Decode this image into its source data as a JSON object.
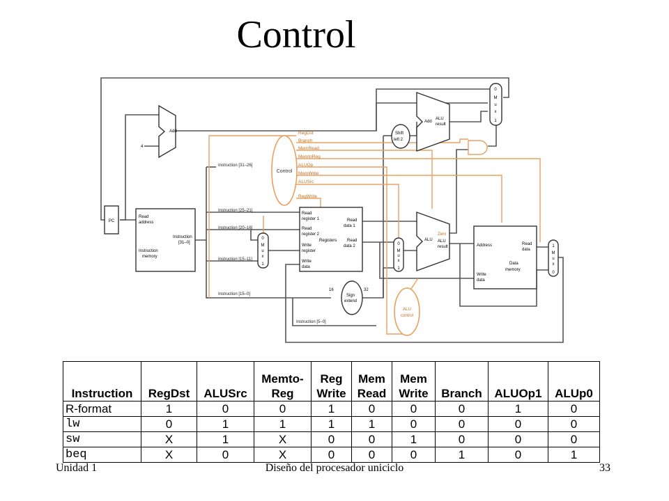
{
  "slide": {
    "title": "Control",
    "footer_left": "Unidad 1",
    "footer_center": "Diseño del procesador uniciclo",
    "footer_right": "33"
  },
  "diagram": {
    "pc": "PC",
    "add_top": "Add",
    "four": "4",
    "add_branch": "Add",
    "alu_result": "ALU",
    "alu_result2": "result",
    "shift_left2_a": "Shift",
    "shift_left2_b": "left 2",
    "control": "Control",
    "control_signals": [
      "RegDst",
      "Branch",
      "MemRead",
      "MemtoReg",
      "ALUOp",
      "MemWrite",
      "ALUSrc",
      "RegWrite"
    ],
    "instr_31_26": "Instruction [31–26]",
    "instr_25_21": "Instruction [25–21]",
    "instr_20_16": "Instruction [20–16]",
    "instr_15_11": "Instruction [15–11]",
    "instr_15_0": "Instruction [15–0]",
    "instr_5_0": "Instruction [5–0]",
    "im_read_address_a": "Read",
    "im_read_address_b": "address",
    "im_instruction_a": "Instruction",
    "im_instruction_b": "[31–0]",
    "im_memory_a": "Instruction",
    "im_memory_b": "memory",
    "rf_read_reg1_a": "Read",
    "rf_read_reg1_b": "register 1",
    "rf_read_reg2_a": "Read",
    "rf_read_reg2_b": "register 2",
    "rf_write_reg_a": "Write",
    "rf_write_reg_b": "register",
    "rf_write_data_a": "Write",
    "rf_write_data_b": "data",
    "rf_registers": "Registers",
    "rf_read_data1_a": "Read",
    "rf_read_data1_b": "data 1",
    "rf_read_data2_a": "Read",
    "rf_read_data2_b": "data 2",
    "sign_extend_a": "Sign",
    "sign_extend_b": "extend",
    "bits16": "16",
    "bits32": "32",
    "alu_label": "ALU",
    "zero": "Zero",
    "alu_control_a": "ALU",
    "alu_control_b": "control",
    "dm_address": "Address",
    "dm_read_data_a": "Read",
    "dm_read_data_b": "data",
    "dm_write_data_a": "Write",
    "dm_write_data_b": "data",
    "dm_memory_a": "Data",
    "dm_memory_b": "memory",
    "mux_label": [
      "0",
      "M",
      "u",
      "x",
      "1"
    ],
    "mux_top_label": [
      "0",
      "M",
      "u",
      "x",
      "1"
    ]
  },
  "table": {
    "headers": [
      [
        "Instruction"
      ],
      [
        "RegDst"
      ],
      [
        "ALUSrc"
      ],
      [
        "Memto-",
        "Reg"
      ],
      [
        "Reg",
        "Write"
      ],
      [
        "Mem",
        "Read"
      ],
      [
        "Mem",
        "Write"
      ],
      [
        "Branch"
      ],
      [
        "ALUOp1"
      ],
      [
        "ALUp0"
      ]
    ],
    "rows": [
      {
        "instr": "R-format",
        "mono": false,
        "vals": [
          "1",
          "0",
          "0",
          "1",
          "0",
          "0",
          "0",
          "1",
          "0"
        ]
      },
      {
        "instr": "lw",
        "mono": true,
        "vals": [
          "0",
          "1",
          "1",
          "1",
          "1",
          "0",
          "0",
          "0",
          "0"
        ]
      },
      {
        "instr": "sw",
        "mono": true,
        "vals": [
          "X",
          "1",
          "X",
          "0",
          "0",
          "1",
          "0",
          "0",
          "0"
        ]
      },
      {
        "instr": "beq",
        "mono": true,
        "vals": [
          "X",
          "0",
          "X",
          "0",
          "0",
          "0",
          "1",
          "0",
          "1"
        ]
      }
    ]
  },
  "colors": {
    "control_path": "#e8a060",
    "datapath": "#444444",
    "background": "#ffffff"
  }
}
